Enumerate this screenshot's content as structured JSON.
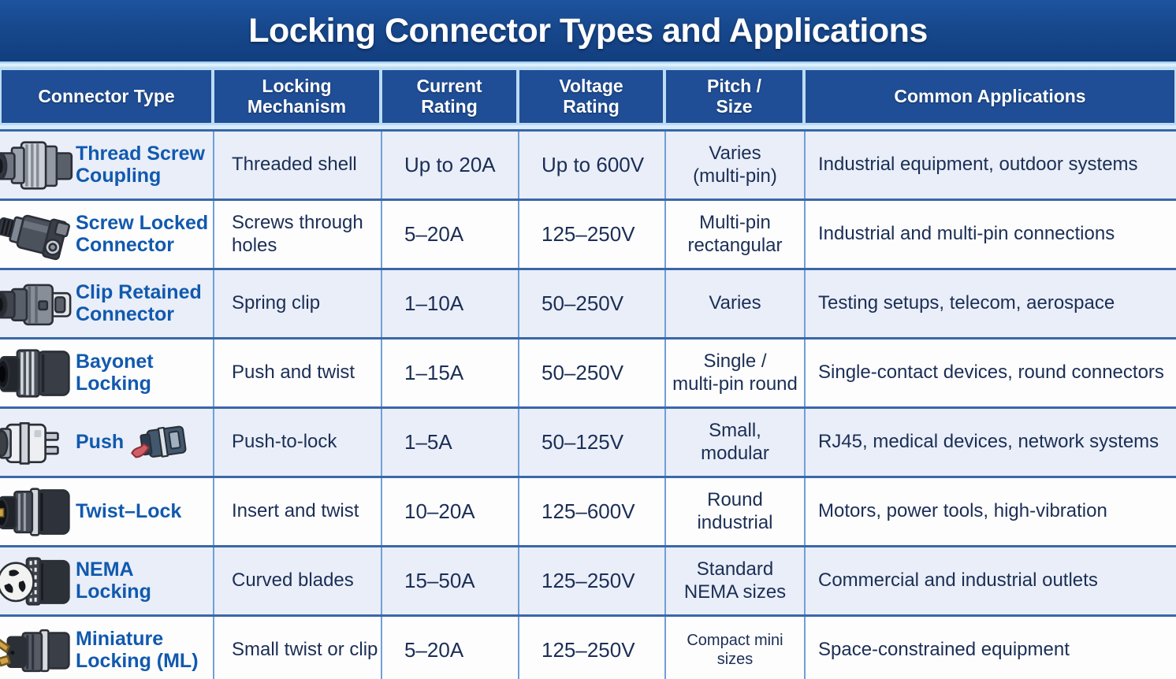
{
  "title": "Locking Connector Types and Applications",
  "colors": {
    "title_bar_blue": "#17488d",
    "header_blue": "#1f4e96",
    "separator_light_blue": "#aed6f2",
    "row_light_blue": "#e9eef8",
    "row_white": "#fdfdfe",
    "grid_line_blue": "#3a67a8",
    "connector_name_blue": "#1159ae",
    "body_text_navy": "#1b2e55",
    "push_lever_red": "#cf5f66"
  },
  "chart_data": {
    "type": "table",
    "title": "Locking Connector Types and Applications",
    "columns": [
      "Connector Type",
      "Locking\nMechanism",
      "Current\nRating",
      "Voltage\nRating",
      "Pitch /\nSize",
      "Common Applications"
    ],
    "rows": [
      {
        "icon": "thread-screw-coupling-icon",
        "type": "Thread Screw\nCoupling",
        "mechanism": "Threaded shell",
        "current": "Up to 20A",
        "voltage": "Up to 600V",
        "pitch": "Varies\n(multi-pin)",
        "applications": "Industrial equipment, outdoor systems"
      },
      {
        "icon": "screw-locked-connector-icon",
        "type": "Screw Locked\nConnector",
        "mechanism": "Screws through\nholes",
        "current": "5–20A",
        "voltage": "125–250V",
        "pitch": "Multi-pin\nrectangular",
        "applications": "Industrial and multi-pin connections"
      },
      {
        "icon": "clip-retained-connector-icon",
        "type": "Clip Retained\nConnector",
        "mechanism": "Spring clip",
        "current": "1–10A",
        "voltage": "50–250V",
        "pitch": "Varies",
        "applications": "Testing setups, telecom, aerospace"
      },
      {
        "icon": "bayonet-locking-icon",
        "type": "Bayonet Locking",
        "mechanism": "Push and twist",
        "current": "1–15A",
        "voltage": "50–250V",
        "pitch": "Single /\nmulti-pin round",
        "applications": "Single-contact devices, round connectors"
      },
      {
        "icon": "push-connector-icon",
        "icon_after": "push-lever-connector-icon",
        "type": "Push",
        "mechanism": "Push-to-lock",
        "current": "1–5A",
        "voltage": "50–125V",
        "pitch": "Small, modular",
        "applications": "RJ45, medical devices, network systems"
      },
      {
        "icon": "twist-lock-icon",
        "type": "Twist–Lock",
        "mechanism": "Insert and twist",
        "current": "10–20A",
        "voltage": "125–600V",
        "pitch": "Round industrial",
        "applications": "Motors, power tools, high-vibration"
      },
      {
        "icon": "nema-locking-icon",
        "type": "NEMA Locking",
        "mechanism": "Curved blades",
        "current": "15–50A",
        "voltage": "125–250V",
        "pitch": "Standard\nNEMA sizes",
        "applications": "Commercial and industrial outlets"
      },
      {
        "icon": "miniature-locking-ml-icon",
        "type": "Miniature\nLocking (ML)",
        "mechanism": "Small twist or clip",
        "current": "5–20A",
        "voltage": "125–250V",
        "pitch": "Compact mini sizes",
        "applications": "Space-constrained equipment"
      }
    ]
  }
}
